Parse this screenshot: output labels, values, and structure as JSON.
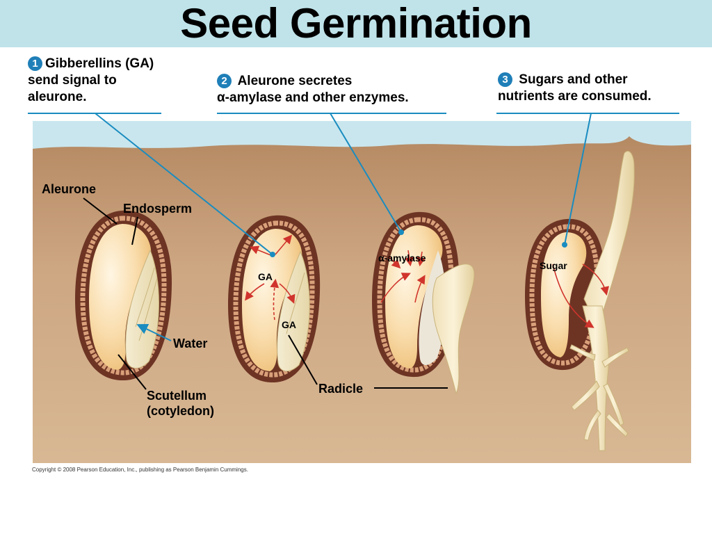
{
  "title": "Seed Germination",
  "steps": [
    {
      "number": "1",
      "line1": "Gibberellins (GA)",
      "line2": "send signal to",
      "line3": "aleurone."
    },
    {
      "number": "2",
      "line1": "Aleurone secretes",
      "line2": "α-amylase and other enzymes."
    },
    {
      "number": "3",
      "line1": "Sugars and other",
      "line2": "nutrients are consumed."
    }
  ],
  "labels": {
    "aleurone": "Aleurone",
    "endosperm": "Endosperm",
    "water": "Water",
    "scutellum": "Scutellum",
    "cotyledon": "(cotyledon)",
    "ga_top": "GA",
    "ga_bottom": "GA",
    "amylase": "α-amylase",
    "sugar": "Sugar",
    "radicle": "Radicle"
  },
  "copyright": "Copyright © 2008 Pearson Education, Inc., publishing as Pearson Benjamin Cummings.",
  "colors": {
    "title_bar": "#bfe3e9",
    "sky": "#c9e6ee",
    "soil": "#c9a27e",
    "callout_line": "#1a8cc0",
    "arrow": "#d0342c",
    "seed_coat": "#7a3b28",
    "endosperm": "#f8d8a0"
  }
}
